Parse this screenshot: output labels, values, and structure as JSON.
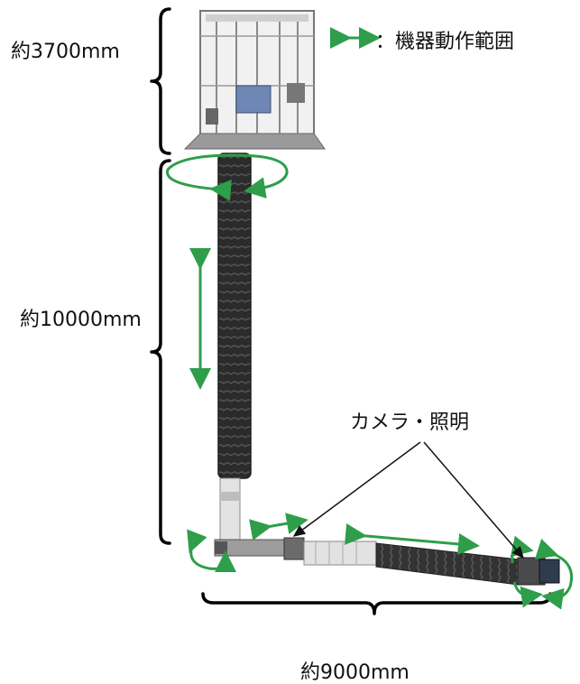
{
  "labels": {
    "top_height": "約3700mm",
    "shaft_length": "約10000mm",
    "horizontal_length": "約9000mm",
    "camera_light": "カメラ・照明"
  },
  "legend": {
    "text": "：機器動作範囲",
    "arrow_color": "#2e9e4a"
  },
  "colors": {
    "motion_arrow": "#2e9e4a",
    "shaft": "#2d2d2d",
    "frame": "#7a7a7a",
    "bracket": "#000000"
  },
  "icons": [
    "double-arrow-icon",
    "rotation-arrow-icon"
  ]
}
